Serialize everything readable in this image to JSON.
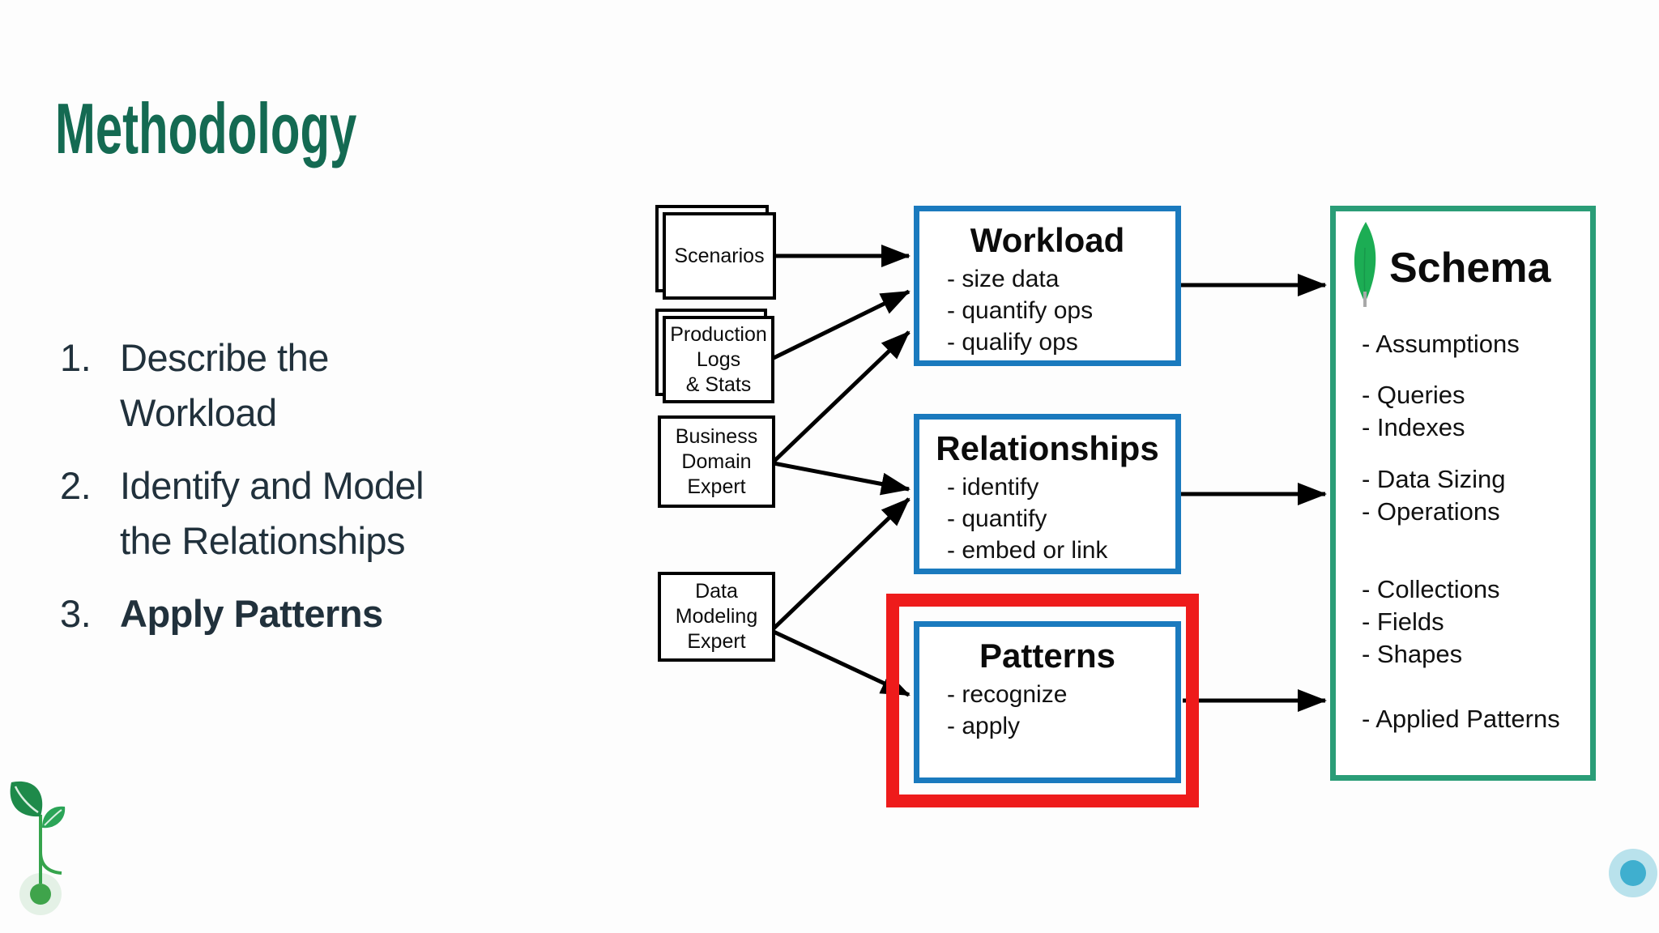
{
  "slide": {
    "title": "Methodology",
    "steps": [
      {
        "number": "1.",
        "text": "Describe the Workload",
        "emphasis": "normal"
      },
      {
        "number": "2.",
        "text": "Identify and Model the Relationships",
        "emphasis": "normal"
      },
      {
        "number": "3.",
        "text": "Apply Patterns",
        "emphasis": "bold"
      }
    ]
  },
  "diagram": {
    "sources": [
      {
        "label_lines": [
          "Scenarios"
        ],
        "stacked": true
      },
      {
        "label_lines": [
          "Production",
          "Logs",
          "& Stats"
        ],
        "stacked": true
      },
      {
        "label_lines": [
          "Business",
          "Domain",
          "Expert"
        ],
        "stacked": false
      },
      {
        "label_lines": [
          "Data",
          "Modeling",
          "Expert"
        ],
        "stacked": false
      }
    ],
    "stages": [
      {
        "title": "Workload",
        "items": [
          "- size data",
          "- quantify ops",
          "- qualify ops"
        ],
        "highlighted": false
      },
      {
        "title": "Relationships",
        "items": [
          "- identify",
          "- quantify",
          "- embed or link"
        ],
        "highlighted": false
      },
      {
        "title": "Patterns",
        "items": [
          "- recognize",
          "- apply"
        ],
        "highlighted": true
      }
    ],
    "schema": {
      "title": "Schema",
      "icon": "mongodb-leaf-icon",
      "groups": [
        [
          "- Assumptions"
        ],
        [
          "- Queries",
          "- Indexes"
        ],
        [
          "- Data Sizing",
          "- Operations"
        ],
        [
          "- Collections",
          "- Fields",
          "- Shapes"
        ],
        [
          "- Applied Patterns"
        ]
      ]
    }
  },
  "footer": {
    "left_icon": "sprout-icon",
    "right_icon": "timeline-dot-icon"
  },
  "colors": {
    "title_green": "#146a52",
    "body_text": "#21313c",
    "stage_border_blue": "#1a7abe",
    "highlight_red": "#ee1b1b",
    "schema_border_green": "#2a9d77",
    "mongodb_leaf_green": "#1cad54",
    "arrow_black": "#000000",
    "footer_line_green": "#3fa44b",
    "footer_line_teal": "#4ab5cf"
  }
}
